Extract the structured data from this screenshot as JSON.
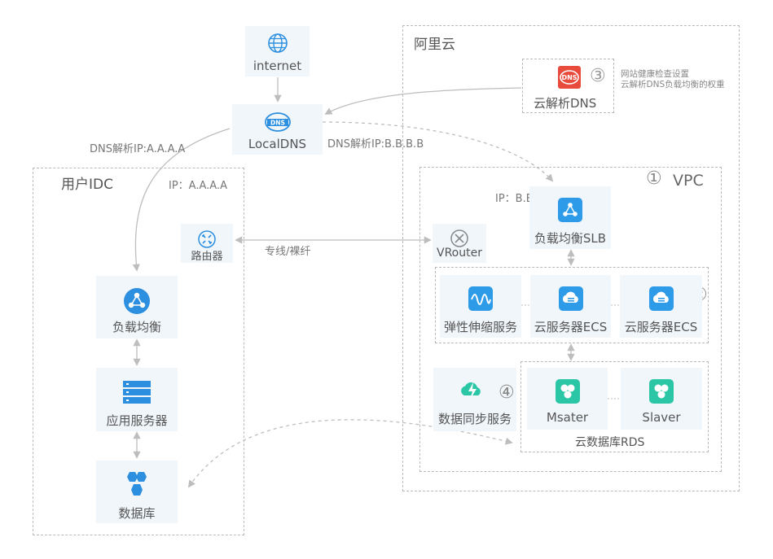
{
  "internet": {
    "label": "internet"
  },
  "localdns": {
    "label": "LocalDNS"
  },
  "labels": {
    "dns_a": "DNS解析IP:A.A.A.A",
    "dns_b": "DNS解析IP:B.B.B.B",
    "ip_a": "IP：A.A.A.A",
    "ip_b": "IP：B.B.B.B",
    "leased_line": "专线/裸纤"
  },
  "aliyun": {
    "title": "阿里云",
    "cloud_dns": "云解析DNS",
    "cloud_dns_num": "③",
    "note_line1": "网站健康检查设置",
    "note_line2": "云解析DNS负载均衡的权重",
    "vpc_num": "①",
    "vpc": "VPC",
    "slb": "负载均衡SLB",
    "vrouter": "VRouter",
    "autoscaling": "弹性伸缩服务",
    "ecs1": "云服务器ECS",
    "ecs2": "云服务器ECS",
    "ecs_num": "②",
    "sync": "数据同步服务",
    "sync_num": "④",
    "master": "Msater",
    "slave": "Slaver",
    "rds": "云数据库RDS"
  },
  "idc": {
    "title": "用户IDC",
    "router": "路由器",
    "lb": "负载均衡",
    "app": "应用服务器",
    "db": "数据库"
  }
}
